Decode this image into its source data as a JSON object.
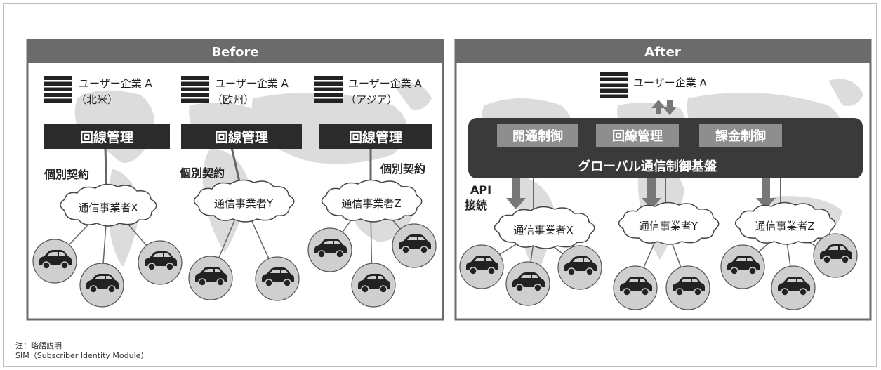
{
  "before": {
    "title": "Before",
    "companies": [
      {
        "name": "ユーザー企業 A",
        "region": "（北米）"
      },
      {
        "name": "ユーザー企業 A",
        "region": "（欧州）"
      },
      {
        "name": "ユーザー企業 A",
        "region": "（アジア）"
      }
    ],
    "line_mgmt": "回線管理",
    "contract": "個別契約",
    "carriers": [
      "通信事業者X",
      "通信事業者Y",
      "通信事業者Z"
    ]
  },
  "after": {
    "title": "After",
    "company": "ユーザー企業 A",
    "modules": [
      "開通制御",
      "回線管理",
      "課金制御"
    ],
    "platform": "グローバル通信制御基盤",
    "api_label_1": "API",
    "api_label_2": "接続",
    "carriers": [
      "通信事業者X",
      "通信事業者Y",
      "通信事業者Z"
    ]
  },
  "footnote": {
    "line1": "注：略語説明",
    "line2": "SIM（Subscriber Identity Module）"
  },
  "colors": {
    "header": "#6b6b6b",
    "dark": "#2b2b2b",
    "module": "#8e8e8e",
    "map": "#d9d9d9",
    "car_circle": "#cfcfcf",
    "arrow": "#777777"
  }
}
